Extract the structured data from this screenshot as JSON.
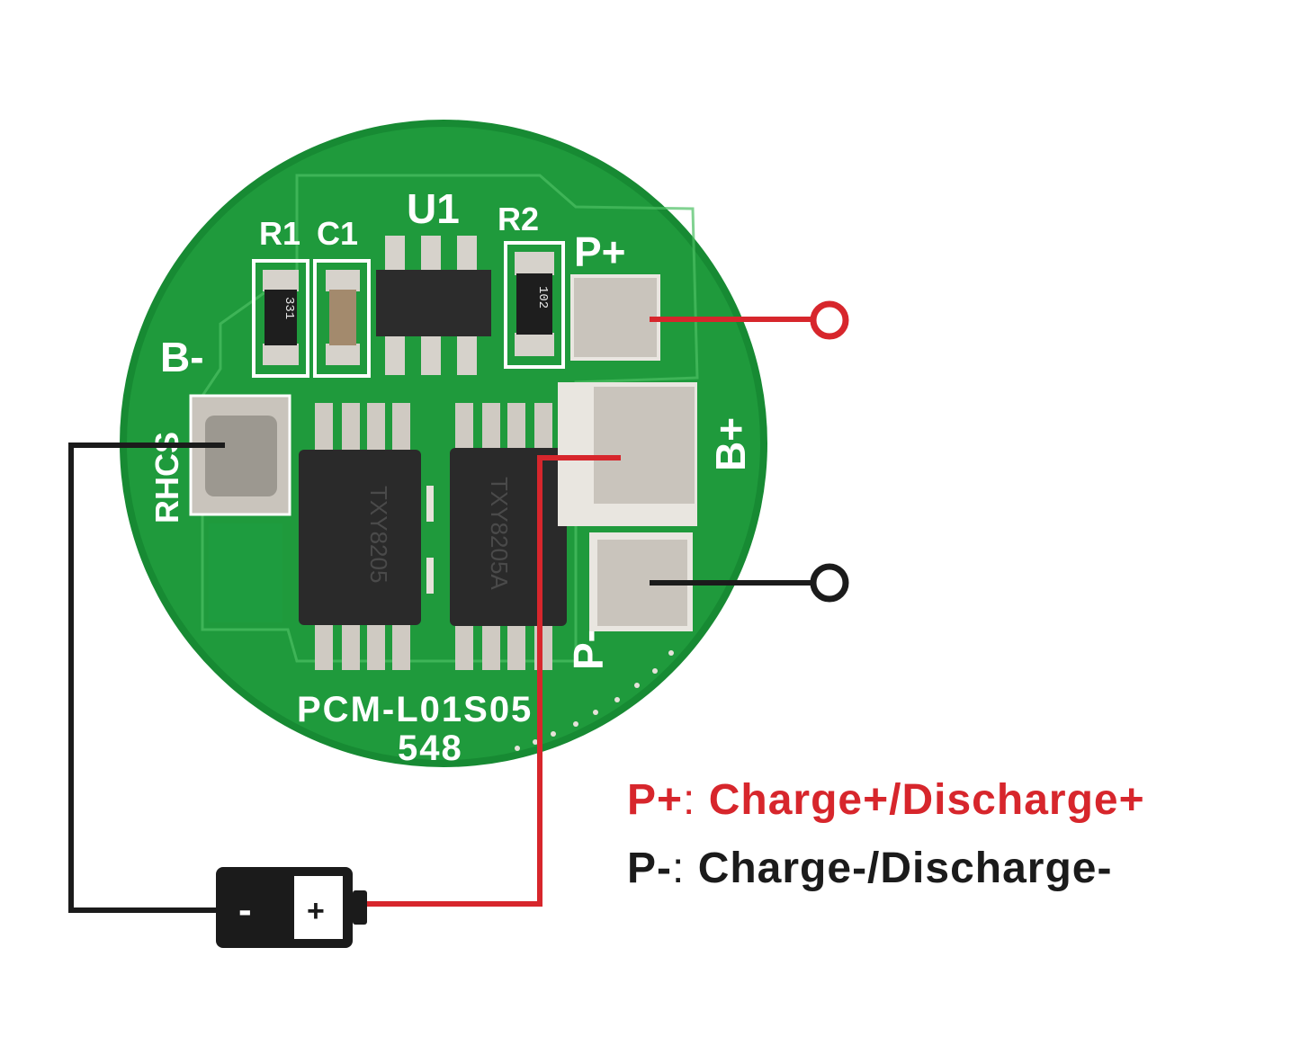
{
  "board": {
    "designators": {
      "r1": "R1",
      "c1": "C1",
      "u1": "U1",
      "r2": "R2",
      "b_minus": "B-",
      "p_plus": "P+",
      "b_plus": "B+",
      "p_minus": "P-",
      "rhcs": "RHCS"
    },
    "component_markings": {
      "r1_code": "331",
      "r2_code": "102",
      "mosfet_left": "TXY8205",
      "mosfet_right": "TXY8205A"
    },
    "model": "PCM-L01S05",
    "batch": "548",
    "colors": {
      "board": "#1f9a3c",
      "silkscreen": "#ffffff",
      "pad": "#c9c4bc",
      "chip": "#2c2c2c"
    }
  },
  "battery": {
    "negative_symbol": "-",
    "positive_symbol": "+"
  },
  "wires": {
    "positive_color": "#d7262c",
    "negative_color": "#1b1b1b"
  },
  "legend": {
    "p_plus": {
      "terminal": "P+",
      "separator": ":",
      "description": "Charge+/Discharge+",
      "color": "#d7262c"
    },
    "p_minus": {
      "terminal": "P-",
      "separator": ":",
      "description": "Charge-/Discharge-",
      "color": "#1b1b1b"
    }
  }
}
